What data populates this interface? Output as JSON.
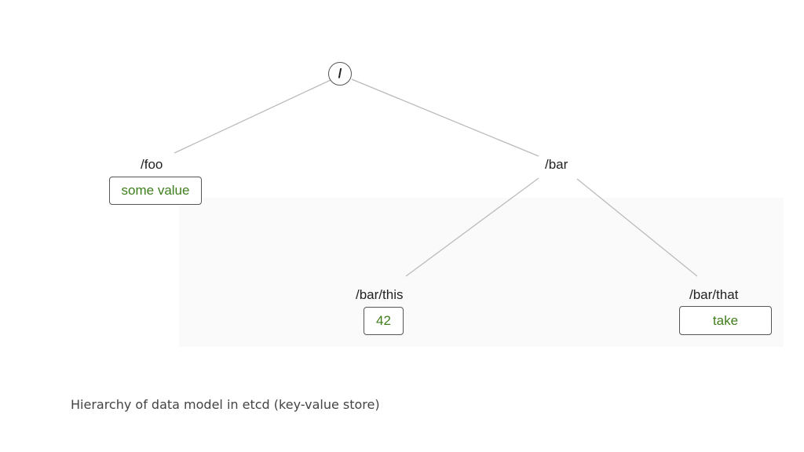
{
  "tree": {
    "root": {
      "label": "/"
    },
    "nodes": {
      "foo": {
        "key": "/foo",
        "value": "some value"
      },
      "bar": {
        "key": "/bar"
      },
      "bar_this": {
        "key": "/bar/this",
        "value": "42"
      },
      "bar_that": {
        "key": "/bar/that",
        "value": "take"
      }
    },
    "edges": [
      {
        "from": "root",
        "to": "foo"
      },
      {
        "from": "root",
        "to": "bar"
      },
      {
        "from": "bar",
        "to": "bar_this"
      },
      {
        "from": "bar",
        "to": "bar_that"
      }
    ]
  },
  "caption": "Hierarchy of data model in etcd (key-value store)",
  "colors": {
    "value_text": "#3e7d1c",
    "edge": "#bbbbbb",
    "border": "#555555"
  }
}
